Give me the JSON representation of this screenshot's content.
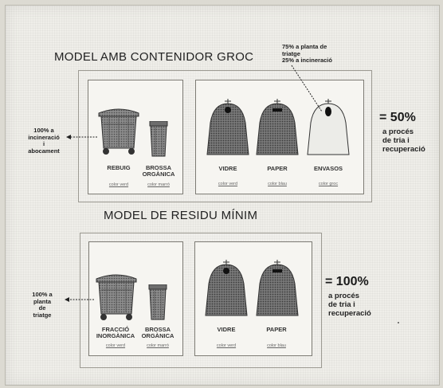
{
  "model1": {
    "title": "MODEL AMB CONTENIDOR GROC",
    "side_note": [
      "100% a",
      "incineració",
      "i",
      "abocament"
    ],
    "annotation": [
      "75% a planta de",
      "triatge",
      "25% a incineració"
    ],
    "percent": "= 50%",
    "percent_sub": [
      "a procés",
      "de tria i",
      "recuperació"
    ],
    "bins": [
      {
        "label": [
          "REBUIG"
        ],
        "sub": "color verd"
      },
      {
        "label": [
          "BROSSA",
          "ORGÀNICA"
        ],
        "sub": "color marró"
      }
    ],
    "igloos": [
      {
        "label": "VIDRE",
        "sub": "color verd"
      },
      {
        "label": "PAPER",
        "sub": "color blau"
      },
      {
        "label": "ENVASOS",
        "sub": "color groc"
      }
    ]
  },
  "model2": {
    "title": "MODEL DE RESIDU MÍNIM",
    "side_note": [
      "100% a",
      "planta",
      "de",
      "triatge"
    ],
    "percent": "= 100%",
    "percent_sub": [
      "a procés",
      "de tria i",
      "recuperació"
    ],
    "bins": [
      {
        "label": [
          "FRACCIÓ",
          "INORGÀNICA"
        ],
        "sub": "color verd"
      },
      {
        "label": [
          "BROSSA",
          "ORGÀNICA"
        ],
        "sub": "color marró"
      }
    ],
    "igloos": [
      {
        "label": "VIDRE",
        "sub": "color verd"
      },
      {
        "label": "PAPER",
        "sub": "color blau"
      }
    ]
  },
  "colors": {
    "dark_container": "#5f5f5f",
    "light_container": "#e8e8e4",
    "panel_border": "#7d7b74"
  }
}
